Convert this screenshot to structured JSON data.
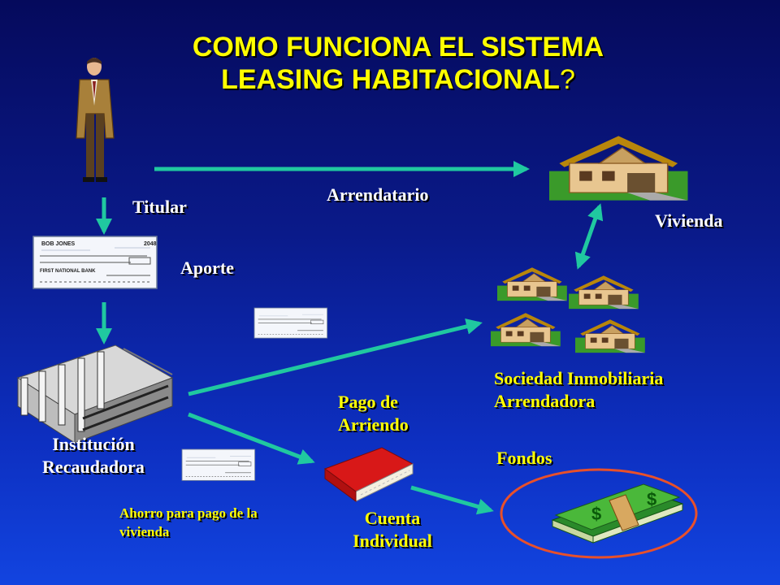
{
  "title": {
    "line1": "COMO FUNCIONA EL SISTEMA",
    "line2": "LEASING HABITACIONAL",
    "suffix": "?"
  },
  "labels": {
    "titular": "Titular",
    "arrendatario": "Arrendatario",
    "vivienda": "Vivienda",
    "aporte": "Aporte",
    "institucion_1": "Institución",
    "institucion_2": "Recaudadora",
    "sociedad_1": "Sociedad Inmobiliaria",
    "sociedad_2": "Arrendadora",
    "pago_1": "Pago de",
    "pago_2": "Arriendo",
    "fondos": "Fondos",
    "cuenta_1": "Cuenta",
    "cuenta_2": "Individual",
    "ahorro_1": "Ahorro para pago de la",
    "ahorro_2": "vivienda"
  },
  "check": {
    "payer": "BOB JONES",
    "number": "2048",
    "bank": "FIRST NATIONAL BANK"
  },
  "colors": {
    "arrow": "#20c8a0",
    "title": "#ffff00",
    "ellipse": "#e8502a"
  }
}
